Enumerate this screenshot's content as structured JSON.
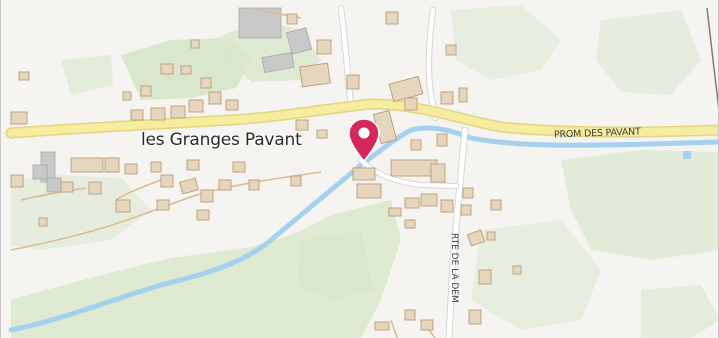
{
  "map": {
    "place_label": "les Granges Pavant",
    "road_labels": {
      "main_road": "PROM DES PAVANT",
      "side_road": "RTE DE LA DEM"
    },
    "marker": {
      "icon": "map-pin-icon",
      "color": "#d5285a"
    },
    "colors": {
      "background": "#f5f4f1",
      "main_road": "#f7eda0",
      "main_road_casing": "#e2d57e",
      "river": "#a6d1ee",
      "vegetation": "#d9e7cd",
      "building": "#e6d6bd",
      "building_outline": "#b79c77",
      "industrial": "#c9c9c9",
      "track": "#d9bc93",
      "minor_road": "#ffffff"
    }
  }
}
